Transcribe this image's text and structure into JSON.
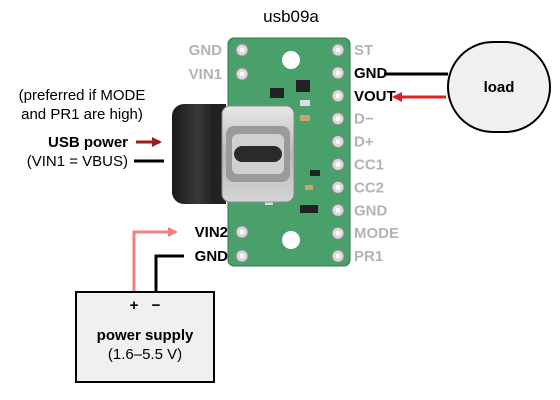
{
  "board": {
    "title": "usb09a",
    "left_pins": [
      "GND",
      "VIN1",
      "VIN2",
      "GND"
    ],
    "right_pins": [
      "ST",
      "GND",
      "VOUT",
      "D−",
      "D+",
      "CC1",
      "CC2",
      "GND",
      "MODE",
      "PR1"
    ],
    "active_right_pins": [
      "GND",
      "VOUT"
    ],
    "active_left_pins": [
      "VIN2",
      "GND"
    ]
  },
  "usb_note": {
    "line1": "(preferred if MODE",
    "line2": "and PR1 are high)",
    "usb_power": "USB power",
    "vin1": "(VIN1 = VBUS)"
  },
  "load": {
    "label": "load"
  },
  "power_supply": {
    "plus": "+",
    "minus": "−",
    "title": "power supply",
    "range": "(1.6–5.5 V)"
  },
  "colors": {
    "board_green": "#4aa06b",
    "pin_dim": "#b3b3b3",
    "arrow_red": "#e02020",
    "arrow_darkred": "#9e1b1b",
    "wire_pink": "#f08080",
    "box_fill": "#f0f0f0",
    "load_fill": "#f0f0f0"
  }
}
